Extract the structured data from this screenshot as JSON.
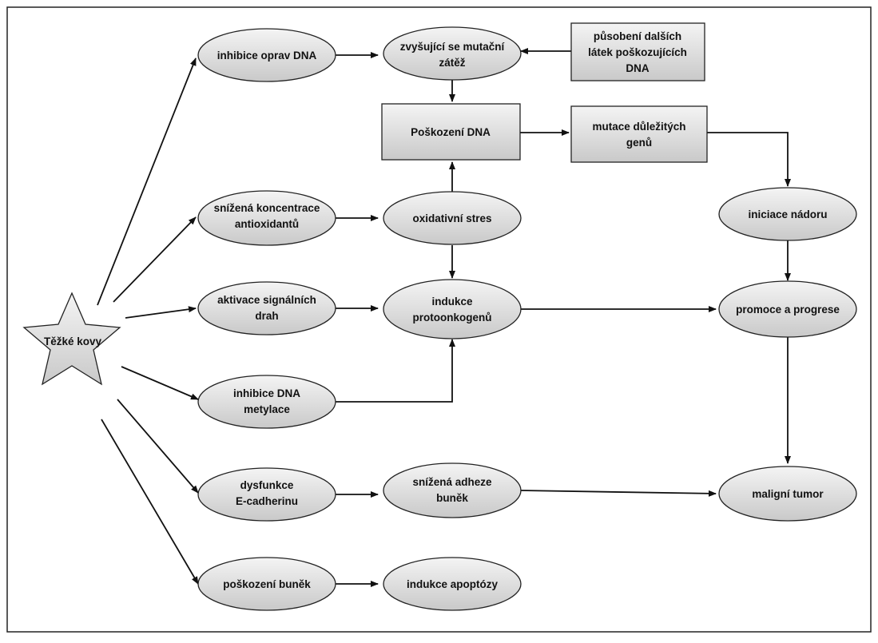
{
  "nodes": {
    "star": "Těžké kovy",
    "inhibice_oprav": "inhibice oprav DNA",
    "mutacni_zatez": [
      "zvyšující se mutační",
      "zátěž"
    ],
    "dalsi_latky": [
      "působení dalších",
      "látek poškozujících",
      "DNA"
    ],
    "poskozeni_dna": "Poškození DNA",
    "mutace_genu": [
      "mutace důležitých",
      "genů"
    ],
    "antioxidanty": [
      "snížená koncentrace",
      "antioxidantů"
    ],
    "oxidativni_stres": "oxidativní stres",
    "iniciace": "iniciace nádoru",
    "signalni_drahy": [
      "aktivace signálních",
      "drah"
    ],
    "protoonkogeny": [
      "indukce",
      "protoonkogenů"
    ],
    "promoce": "promoce a progrese",
    "metylace": [
      "inhibice DNA",
      "metylace"
    ],
    "e_cadherin": [
      "dysfunkce",
      "E-cadherinu"
    ],
    "adheze": [
      "snížená adheze",
      "buněk"
    ],
    "tumor": "maligní tumor",
    "poskozeni_bunek": "poškození buněk",
    "apoptoza": "indukce apoptózy"
  }
}
